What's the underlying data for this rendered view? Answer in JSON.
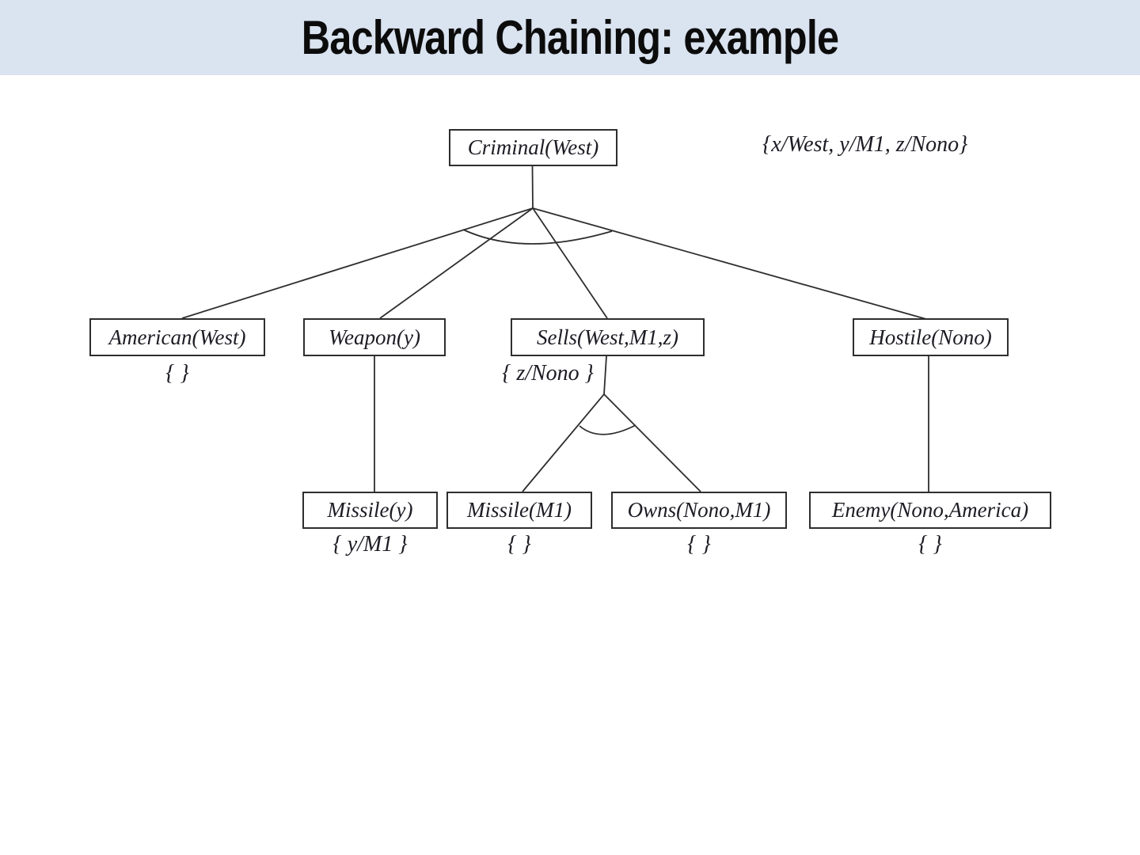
{
  "header": {
    "title": "Backward Chaining: example"
  },
  "annotation": {
    "substitution": "{x/West, y/M1, z/Nono}"
  },
  "nodes": {
    "criminal": {
      "label": "Criminal(West)"
    },
    "american": {
      "label": "American(West)",
      "binding": "{ }"
    },
    "weapon": {
      "label": "Weapon(y)"
    },
    "sells": {
      "label": "Sells(West,M1,z)",
      "binding": "{ z/Nono }"
    },
    "hostile": {
      "label": "Hostile(Nono)"
    },
    "missile_y": {
      "label": "Missile(y)",
      "binding": "{ y/M1 }"
    },
    "missile_m1": {
      "label": "Missile(M1)",
      "binding": "{ }"
    },
    "owns": {
      "label": "Owns(Nono,M1)",
      "binding": "{ }"
    },
    "enemy": {
      "label": "Enemy(Nono,America)",
      "binding": "{ }"
    }
  },
  "colors": {
    "header_bg": "#dae3f0",
    "line": "#2e2e2e",
    "box_border": "#2e2e2e",
    "text": "#1c1c24",
    "background": "#ffffff"
  }
}
